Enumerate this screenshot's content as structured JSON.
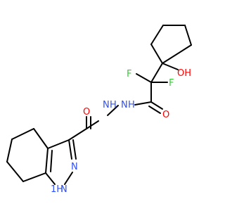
{
  "molecule": {
    "atoms": [
      {
        "id": "O_hydroxyl",
        "text": "OH",
        "color": "#ff0000"
      },
      {
        "id": "F_left",
        "text": "F",
        "color": "#33cc33"
      },
      {
        "id": "F_right",
        "text": "F",
        "color": "#33cc33"
      },
      {
        "id": "O_amide_right",
        "text": "O",
        "color": "#ff0000"
      },
      {
        "id": "N_hydrazide_a",
        "text": "N",
        "color": "#3050f8"
      },
      {
        "id": "H_hydrazide_a",
        "text": "H",
        "color": "#3050f8"
      },
      {
        "id": "N_hydrazide_b",
        "text": "N",
        "color": "#3050f8"
      },
      {
        "id": "H_hydrazide_b",
        "text": "H",
        "color": "#3050f8"
      },
      {
        "id": "O_amide_left",
        "text": "O",
        "color": "#ff0000"
      },
      {
        "id": "N_pyrazole",
        "text": "N",
        "color": "#3050f8"
      },
      {
        "id": "NH_pyrazole",
        "text": "1H",
        "color": "#3050f8"
      },
      {
        "id": "N_pyrazole_h",
        "text": "N",
        "color": "#3050f8"
      }
    ],
    "bond_color": "#000000"
  }
}
